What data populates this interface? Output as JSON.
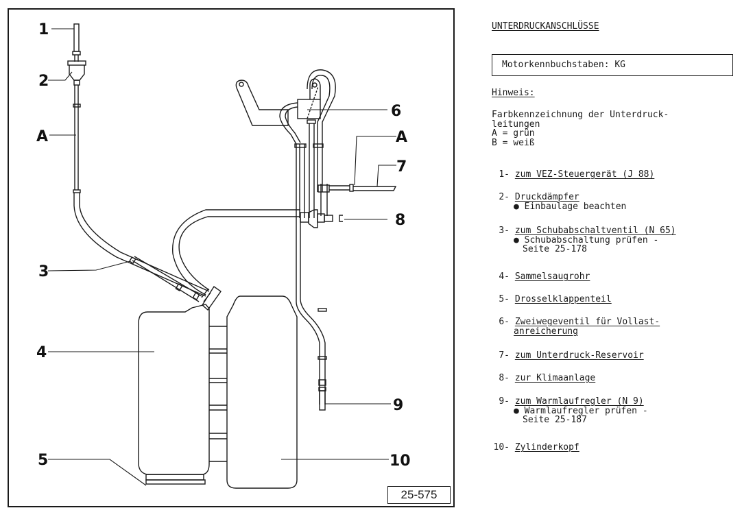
{
  "title": "UNTERDRUCKANSCHLÜSSE",
  "engine_code_label": "Motorkennbuchstaben: KG",
  "hint_label": "Hinweis:",
  "color_coding": {
    "intro_line1": "Farbkennzeichnung der Unterdruck-",
    "intro_line2": "leitungen",
    "a": "A = grün",
    "b": "B = weiß"
  },
  "figure": {
    "id": "25-575",
    "callouts": [
      "1",
      "2",
      "A",
      "3",
      "4",
      "5",
      "6",
      "A",
      "7",
      "8",
      "9",
      "10"
    ]
  },
  "items": [
    {
      "num": "1-",
      "label": "zum VEZ-Steuergerät (J 88)"
    },
    {
      "num": "2-",
      "label": "Druckdämpfer",
      "note": "● Einbaulage beachten"
    },
    {
      "num": "3-",
      "label": "zum Schubabschaltventil (N 65)",
      "note": "● Schubabschaltung prüfen -",
      "note2": "Seite 25-178"
    },
    {
      "num": "4-",
      "label": "Sammelsaugrohr"
    },
    {
      "num": "5-",
      "label": "Drosselklappenteil"
    },
    {
      "num": "6-",
      "label": "Zweiwegeventil für Vollast-",
      "label2": "anreicherung"
    },
    {
      "num": "7-",
      "label": "zum Unterdruck-Reservoir"
    },
    {
      "num": "8-",
      "label": "zur Klimaanlage"
    },
    {
      "num": "9-",
      "label": "zum Warmlaufregler (N 9)",
      "note": "● Warmlaufregler prüfen -",
      "note2": "Seite 25-187"
    },
    {
      "num": "10-",
      "label": "Zylinderkopf"
    }
  ]
}
